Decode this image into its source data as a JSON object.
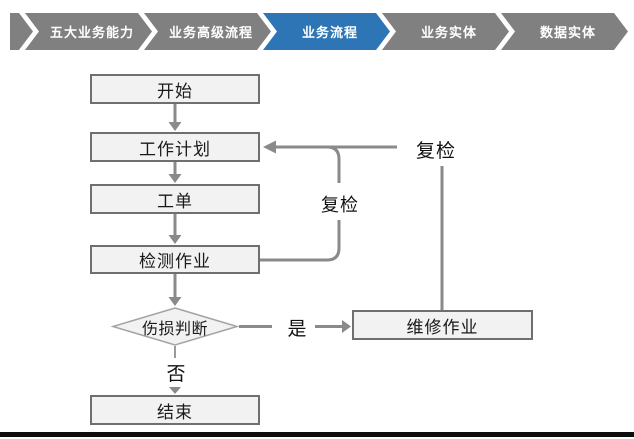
{
  "breadcrumb": {
    "items": [
      {
        "label": "五大业务能力",
        "active": false
      },
      {
        "label": "业务高级流程",
        "active": false
      },
      {
        "label": "业务流程",
        "active": true
      },
      {
        "label": "业务实体",
        "active": false
      },
      {
        "label": "数据实体",
        "active": false
      }
    ],
    "active_color": "#2e75b6",
    "inactive_color": "#808080"
  },
  "flowchart": {
    "nodes": [
      {
        "id": "start",
        "label": "开始",
        "shape": "rect"
      },
      {
        "id": "work-plan",
        "label": "工作计划",
        "shape": "rect"
      },
      {
        "id": "work-order",
        "label": "工单",
        "shape": "rect"
      },
      {
        "id": "inspection-job",
        "label": "检测作业",
        "shape": "rect"
      },
      {
        "id": "damage-decision",
        "label": "伤损判断",
        "shape": "diamond"
      },
      {
        "id": "repair-job",
        "label": "维修作业",
        "shape": "rect"
      },
      {
        "id": "end",
        "label": "结束",
        "shape": "rect"
      }
    ],
    "edges": [
      {
        "from": "start",
        "to": "work-plan",
        "label": ""
      },
      {
        "from": "work-plan",
        "to": "work-order",
        "label": ""
      },
      {
        "from": "work-order",
        "to": "inspection-job",
        "label": ""
      },
      {
        "from": "inspection-job",
        "to": "damage-decision",
        "label": ""
      },
      {
        "from": "damage-decision",
        "to": "repair-job",
        "label": "是"
      },
      {
        "from": "damage-decision",
        "to": "end",
        "label": "否"
      },
      {
        "from": "inspection-job",
        "to": "work-plan",
        "label": "复检"
      },
      {
        "from": "repair-job",
        "to": "work-plan",
        "label": "复检"
      }
    ],
    "edge_labels": {
      "recheck_loop": "复检",
      "recheck_repair": "复检",
      "yes": "是",
      "no": "否"
    },
    "colors": {
      "node_fill": "#f2f2f2",
      "node_border": "#6f6f6f",
      "connector": "#8a8a8a",
      "text": "#1a1a1a"
    }
  }
}
